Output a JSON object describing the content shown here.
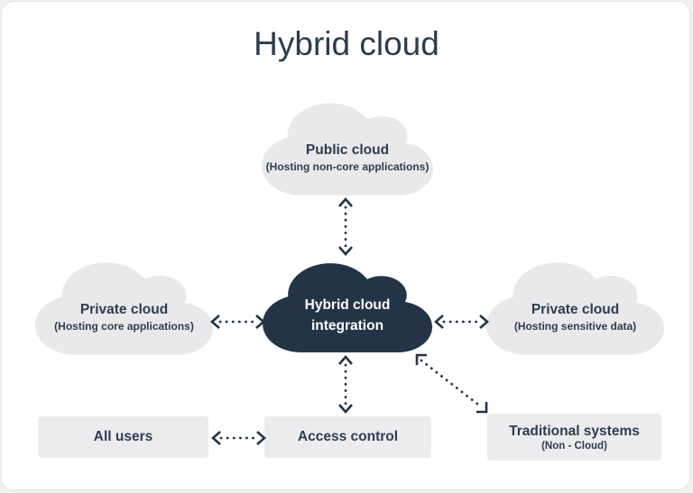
{
  "title": "Hybrid cloud",
  "nodes": {
    "public_cloud": {
      "label": "Public cloud",
      "sublabel": "(Hosting non-core applications)"
    },
    "private_cloud_left": {
      "label": "Private cloud",
      "sublabel": "(Hosting core applications)"
    },
    "hybrid_integration": {
      "label": "Hybrid cloud integration"
    },
    "private_cloud_right": {
      "label": "Private cloud",
      "sublabel": "(Hosting sensitive data)"
    },
    "all_users": {
      "label": "All users"
    },
    "access_control": {
      "label": "Access control"
    },
    "traditional_systems": {
      "label": "Traditional systems",
      "sublabel": "(Non - Cloud)"
    }
  },
  "edges": [
    {
      "from": "public_cloud",
      "to": "hybrid_integration",
      "style": "dotted-double-arrow"
    },
    {
      "from": "private_cloud_left",
      "to": "hybrid_integration",
      "style": "dotted-double-arrow"
    },
    {
      "from": "private_cloud_right",
      "to": "hybrid_integration",
      "style": "dotted-double-arrow"
    },
    {
      "from": "access_control",
      "to": "hybrid_integration",
      "style": "dotted-double-arrow"
    },
    {
      "from": "all_users",
      "to": "access_control",
      "style": "dotted-double-arrow"
    },
    {
      "from": "traditional_systems",
      "to": "hybrid_integration",
      "style": "dotted-double-arrow"
    }
  ],
  "colors": {
    "dark_navy": "#233446",
    "text_navy": "#2d3d4f",
    "cloud_gray": "#e9e9eb",
    "box_gray": "#ececee",
    "card_bg": "#ffffff",
    "page_bg": "#eef0f1",
    "white_text": "#ffffff"
  }
}
